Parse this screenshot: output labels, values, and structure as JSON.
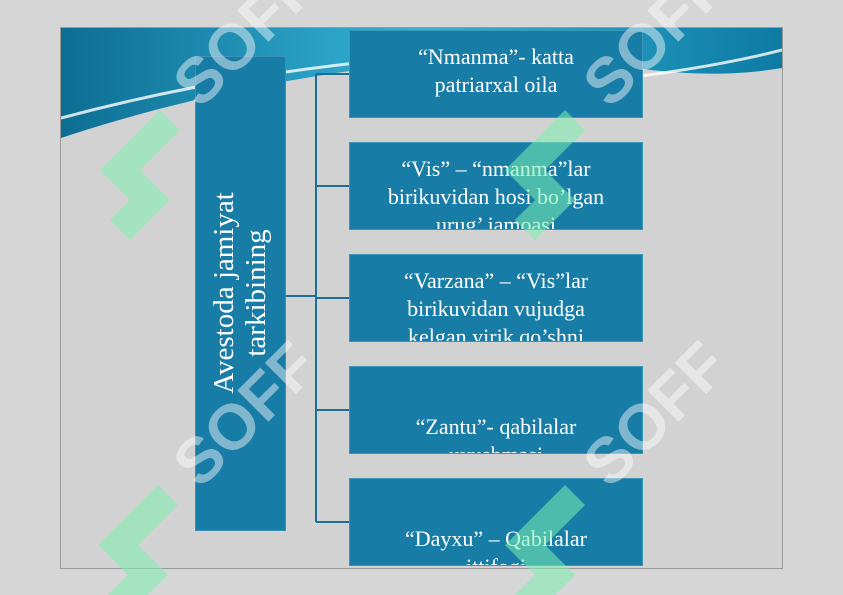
{
  "diagram": {
    "root": {
      "lines": [
        "Avestoda jamiyat",
        "tarkibining"
      ]
    },
    "children": [
      {
        "lines": [
          "“Nmanma”- katta",
          "patriarxal oila"
        ]
      },
      {
        "lines": [
          "“Vis” – “nmanma”lar",
          "birikuvidan hosi bo’lgan",
          "urug’ jamoasi"
        ]
      },
      {
        "lines": [
          "“Varzana” – “Vis”lar",
          "birikuvidan vujudga",
          "kelgan yirik qo’shni"
        ]
      },
      {
        "lines": [
          "“Zantu”- qabilalar",
          "uyushmasi"
        ]
      },
      {
        "lines": [
          "“Dayxu” – Qabilalar",
          "ittifoqi"
        ]
      }
    ]
  },
  "watermark": {
    "text": "SOFF",
    "logo_color": "#7cf0b0"
  },
  "colors": {
    "box_fill": "#177ca6",
    "connector": "#1c6f96",
    "background": "#d2d2d2"
  }
}
